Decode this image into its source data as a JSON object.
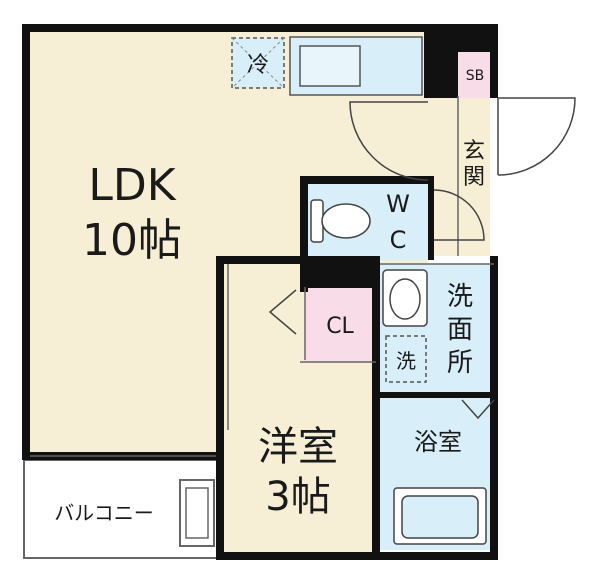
{
  "rooms": {
    "ldk": {
      "name": "LDK",
      "size": "10帖"
    },
    "western": {
      "name": "洋室",
      "size": "3帖"
    },
    "closet": {
      "label": "CL"
    },
    "wc": {
      "line1": "W",
      "line2": "C"
    },
    "washroom": {
      "line1": "洗",
      "line2": "面",
      "line3": "所"
    },
    "bath": {
      "label": "浴室"
    },
    "entrance": {
      "line1": "玄",
      "line2": "関"
    },
    "shoebox": {
      "label": "SB"
    },
    "balcony": {
      "label": "バルコニー"
    }
  },
  "fixtures": {
    "fridge": {
      "label": "冷"
    },
    "washer": {
      "label": "洗"
    }
  },
  "colors": {
    "floor_beige": "#f6efd6",
    "wet_blue": "#d8eef8",
    "closet_pink": "#f8dde8",
    "wall": "#111111",
    "line": "#555555"
  }
}
